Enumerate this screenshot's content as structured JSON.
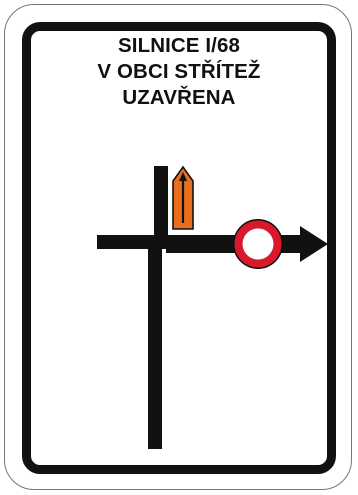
{
  "sign": {
    "text_lines": [
      "SILNICE I/68",
      "V OBCI STŘÍTEŽ",
      "UZAVŘENA"
    ],
    "colors": {
      "background": "#ffffff",
      "border": "#111111",
      "road": "#111111",
      "detour_arrow": "#e86d1c",
      "prohibition_ring": "#d7192b"
    },
    "symbols": {
      "detour_arrow": "orange-arrow-up-icon",
      "prohibition": "no-vehicles-sign-icon",
      "direction_arrow": "arrow-right-icon"
    }
  }
}
